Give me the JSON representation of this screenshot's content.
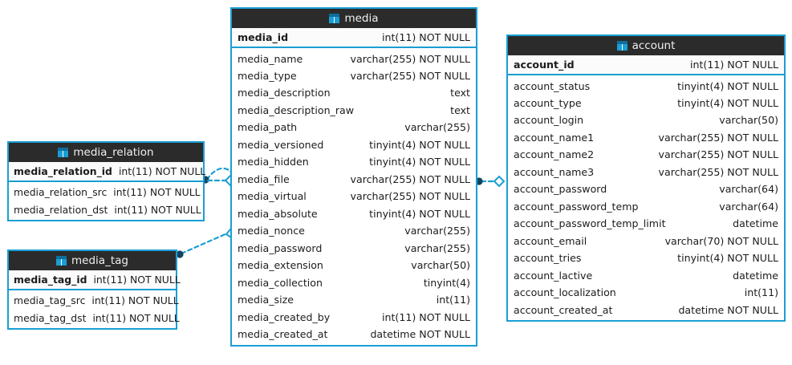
{
  "diagram": {
    "type": "entity-relationship-diagram",
    "background_color": "#ffffff",
    "accent_color": "#1a9ed4",
    "header_color": "#2b2b2b",
    "header_text_color": "#f0f0f0",
    "icon_name": "table-icon"
  },
  "entities": [
    {
      "id": "media",
      "name": "media",
      "icon": "table-icon",
      "primary_keys": [
        {
          "name": "media_id",
          "type": "int(11) NOT NULL"
        }
      ],
      "columns": [
        {
          "name": "media_name",
          "type": "varchar(255) NOT NULL"
        },
        {
          "name": "media_type",
          "type": "varchar(255) NOT NULL"
        },
        {
          "name": "media_description",
          "type": "text"
        },
        {
          "name": "media_description_raw",
          "type": "text"
        },
        {
          "name": "media_path",
          "type": "varchar(255)"
        },
        {
          "name": "media_versioned",
          "type": "tinyint(4) NOT NULL"
        },
        {
          "name": "media_hidden",
          "type": "tinyint(4) NOT NULL"
        },
        {
          "name": "media_file",
          "type": "varchar(255) NOT NULL"
        },
        {
          "name": "media_virtual",
          "type": "varchar(255) NOT NULL"
        },
        {
          "name": "media_absolute",
          "type": "tinyint(4) NOT NULL"
        },
        {
          "name": "media_nonce",
          "type": "varchar(255)"
        },
        {
          "name": "media_password",
          "type": "varchar(255)"
        },
        {
          "name": "media_extension",
          "type": "varchar(50)"
        },
        {
          "name": "media_collection",
          "type": "tinyint(4)"
        },
        {
          "name": "media_size",
          "type": "int(11)"
        },
        {
          "name": "media_created_by",
          "type": "int(11) NOT NULL"
        },
        {
          "name": "media_created_at",
          "type": "datetime NOT NULL"
        }
      ]
    },
    {
      "id": "account",
      "name": "account",
      "icon": "table-icon",
      "primary_keys": [
        {
          "name": "account_id",
          "type": "int(11) NOT NULL"
        }
      ],
      "columns": [
        {
          "name": "account_status",
          "type": "tinyint(4) NOT NULL"
        },
        {
          "name": "account_type",
          "type": "tinyint(4) NOT NULL"
        },
        {
          "name": "account_login",
          "type": "varchar(50)"
        },
        {
          "name": "account_name1",
          "type": "varchar(255) NOT NULL"
        },
        {
          "name": "account_name2",
          "type": "varchar(255) NOT NULL"
        },
        {
          "name": "account_name3",
          "type": "varchar(255) NOT NULL"
        },
        {
          "name": "account_password",
          "type": "varchar(64)"
        },
        {
          "name": "account_password_temp",
          "type": "varchar(64)"
        },
        {
          "name": "account_password_temp_limit",
          "type": "datetime"
        },
        {
          "name": "account_email",
          "type": "varchar(70) NOT NULL"
        },
        {
          "name": "account_tries",
          "type": "tinyint(4) NOT NULL"
        },
        {
          "name": "account_lactive",
          "type": "datetime"
        },
        {
          "name": "account_localization",
          "type": "int(11)"
        },
        {
          "name": "account_created_at",
          "type": "datetime NOT NULL"
        }
      ]
    },
    {
      "id": "media_relation",
      "name": "media_relation",
      "icon": "table-icon",
      "primary_keys": [
        {
          "name": "media_relation_id",
          "type": "int(11) NOT NULL"
        }
      ],
      "columns": [
        {
          "name": "media_relation_src",
          "type": "int(11) NOT NULL"
        },
        {
          "name": "media_relation_dst",
          "type": "int(11) NOT NULL"
        }
      ]
    },
    {
      "id": "media_tag",
      "name": "media_tag",
      "icon": "table-icon",
      "primary_keys": [
        {
          "name": "media_tag_id",
          "type": "int(11) NOT NULL"
        }
      ],
      "columns": [
        {
          "name": "media_tag_src",
          "type": "int(11) NOT NULL"
        },
        {
          "name": "media_tag_dst",
          "type": "int(11) NOT NULL"
        }
      ]
    }
  ],
  "relationships": [
    {
      "id": "rel-media_relation-media-1",
      "from": "media_relation",
      "to": "media",
      "style": "dashed",
      "from_marker": "filled-circle",
      "to_marker": "open-diamond"
    },
    {
      "id": "rel-media_relation-media-2",
      "from": "media_relation",
      "to": "media",
      "style": "dashed",
      "from_marker": "filled-circle",
      "to_marker": "open-diamond"
    },
    {
      "id": "rel-media_tag-media",
      "from": "media_tag",
      "to": "media",
      "style": "dashed",
      "from_marker": "filled-circle",
      "to_marker": "open-diamond"
    },
    {
      "id": "rel-media-account",
      "from": "media",
      "to": "account",
      "style": "dashed",
      "from_marker": "filled-circle",
      "to_marker": "open-diamond"
    }
  ]
}
